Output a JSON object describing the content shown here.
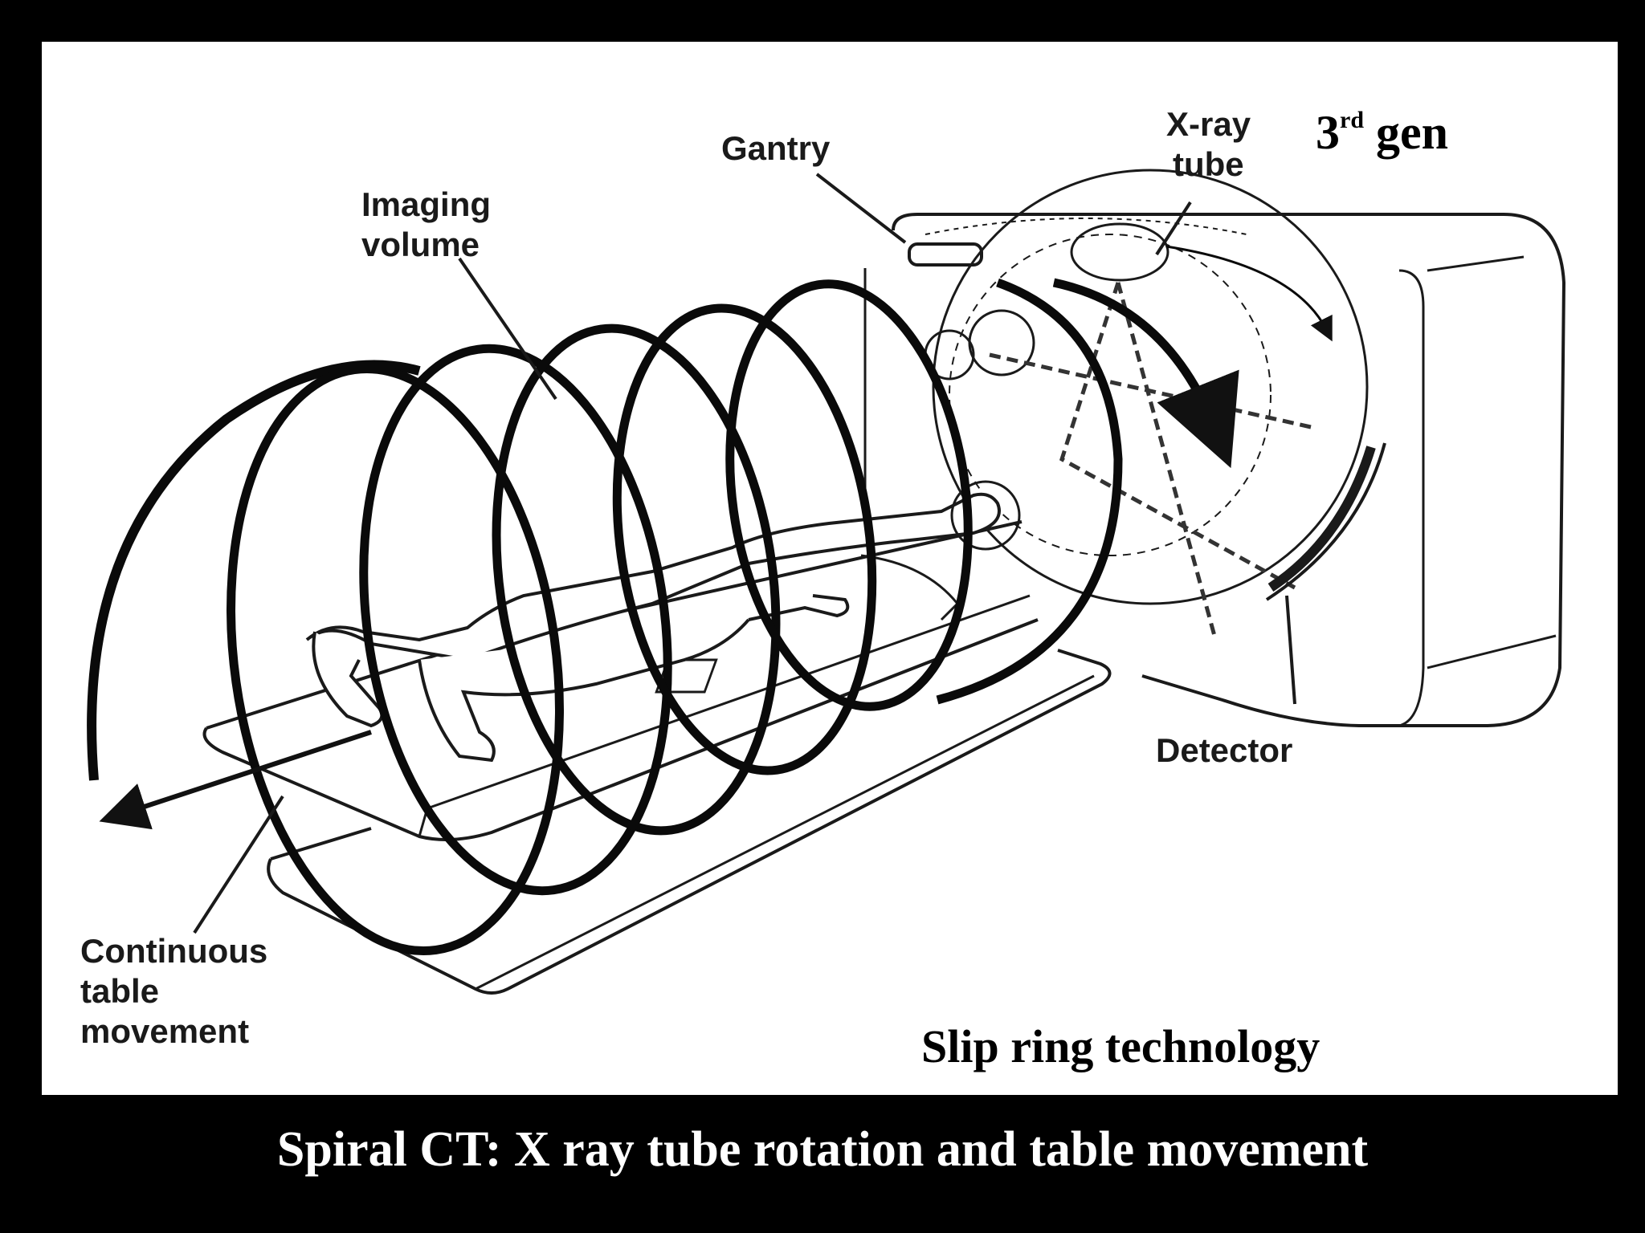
{
  "diagram": {
    "labels": {
      "gantry": "Gantry",
      "xray_tube": [
        "X-ray",
        "tube"
      ],
      "imaging_volume": [
        "Imaging",
        "volume"
      ],
      "detector": "Detector",
      "table_movement": [
        "Continuous",
        "table",
        "movement"
      ]
    },
    "generation": {
      "number": "3",
      "suffix": "rd",
      "word": "gen"
    },
    "technology": "Slip ring technology"
  },
  "caption": "Spiral CT: X ray tube rotation and table movement"
}
